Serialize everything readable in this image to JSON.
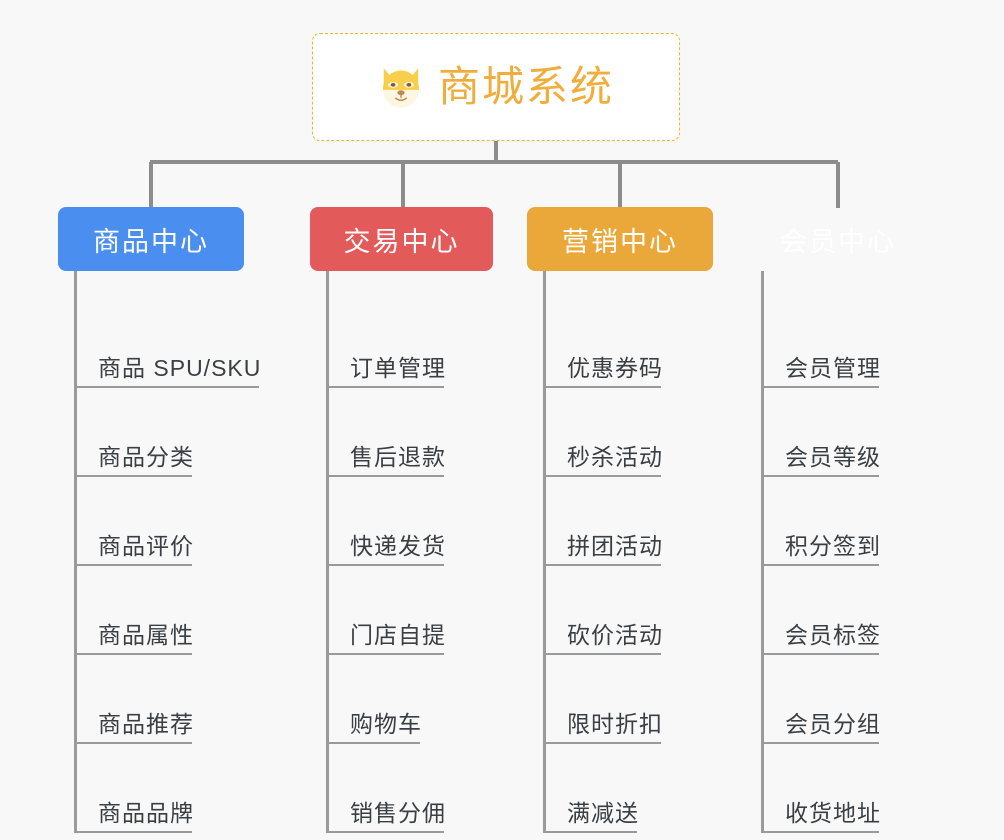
{
  "canvas": {
    "background": "#f8f8f8",
    "connector_color": "#8c8c8c"
  },
  "root": {
    "title": "商城系统",
    "icon": "dog-face-icon",
    "border_color": "#f0b429",
    "text_color": "#f0ad3c",
    "background": "#ffffff"
  },
  "branches": [
    {
      "label": "商品中心",
      "color": "#4a8ef0",
      "items": [
        "商品 SPU/SKU",
        "商品分类",
        "商品评价",
        "商品属性",
        "商品推荐",
        "商品品牌"
      ]
    },
    {
      "label": "交易中心",
      "color": "#e25a5a",
      "items": [
        "订单管理",
        "售后退款",
        "快递发货",
        "门店自提",
        "购物车",
        "销售分佣"
      ]
    },
    {
      "label": "营销中心",
      "color": "#eba83a",
      "items": [
        "优惠券码",
        "秒杀活动",
        "拼团活动",
        "砍价活动",
        "限时折扣",
        "满减送"
      ]
    },
    {
      "label": "会员中心",
      "color": "#78c council",
      "items": [
        "会员管理",
        "会员等级",
        "积分签到",
        "会员标签",
        "会员分组",
        "收货地址"
      ]
    }
  ]
}
